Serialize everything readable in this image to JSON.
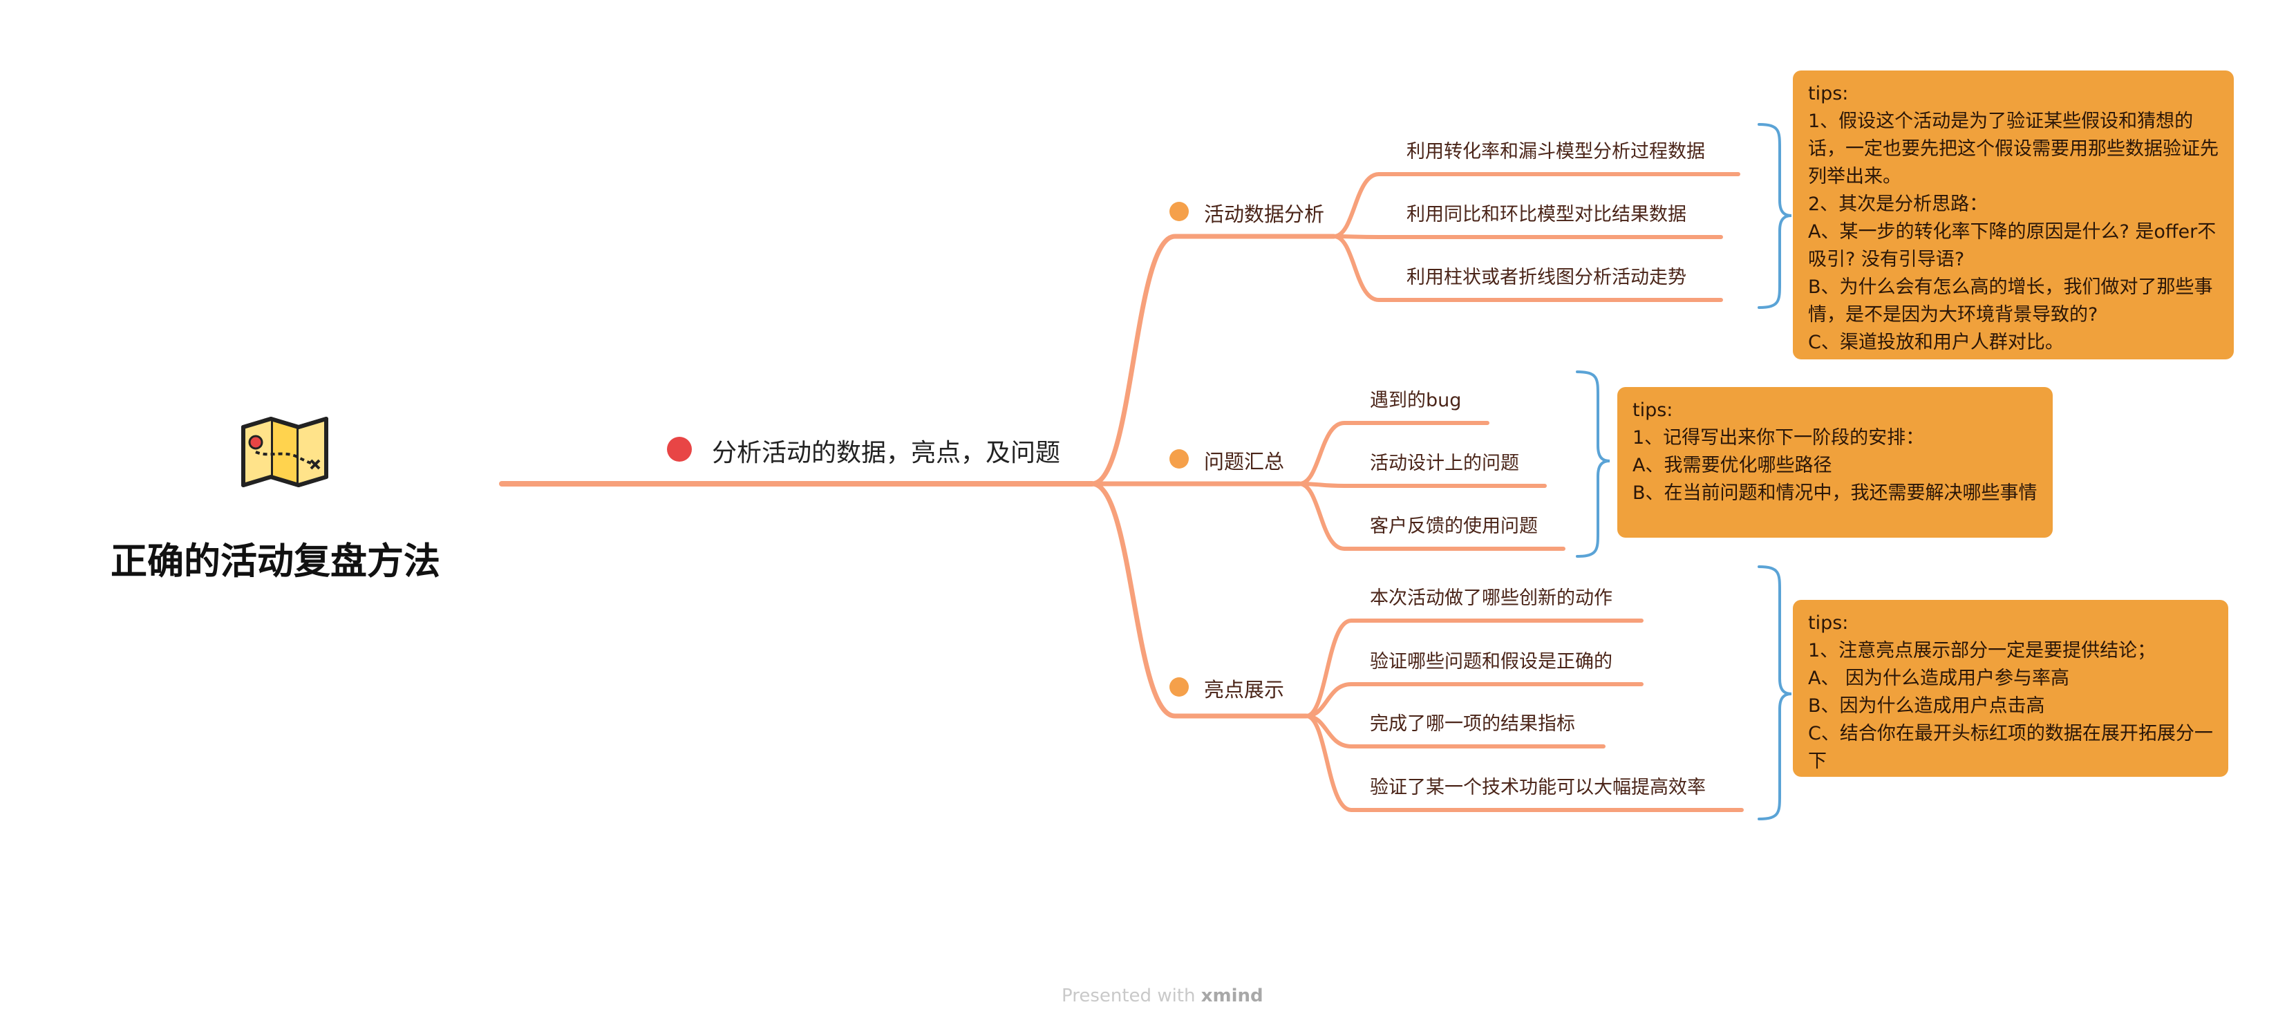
{
  "root": {
    "title": "正确的活动复盘方法",
    "icon": "folded-map-icon"
  },
  "main_topic": "分析活动的数据，亮点，及问题",
  "branches": [
    {
      "label": "活动数据分析",
      "items": [
        "利用转化率和漏斗模型分析过程数据",
        "利用同比和环比模型对比结果数据",
        "利用柱状或者折线图分析活动走势"
      ],
      "tips": [
        "tips:",
        "1、假设这个活动是为了验证某些假设和猜想的话，一定也要先把这个假设需要用那些数据验证先列举出来。",
        "2、其次是分析思路：",
        "A、某一步的转化率下降的原因是什么? 是offer不吸引? 没有引导语?",
        "B、为什么会有怎么高的增长，我们做对了那些事情，是不是因为大环境背景导致的?",
        "C、渠道投放和用户人群对比。"
      ]
    },
    {
      "label": "问题汇总",
      "items": [
        "遇到的bug",
        "活动设计上的问题",
        "客户反馈的使用问题"
      ],
      "tips": [
        "tips:",
        "1、记得写出来你下一阶段的安排：",
        "A、我需要优化哪些路径",
        "B、在当前问题和情况中，我还需要解决哪些事情"
      ]
    },
    {
      "label": "亮点展示",
      "items": [
        "本次活动做了哪些创新的动作",
        "验证哪些问题和假设是正确的",
        "完成了哪一项的结果指标",
        "验证了某一个技术功能可以大幅提高效率"
      ],
      "tips": [
        "tips:",
        "1、注意亮点展示部分一定是要提供结论；",
        "A、 因为什么造成用户参与率高",
        "B、因为什么造成用户点击高",
        "C、结合你在最开头标红项的数据在展开拓展分一下"
      ]
    }
  ],
  "footer": {
    "prefix": "Presented with",
    "brand": "xmind"
  },
  "colors": {
    "branch_line": "#f7a07a",
    "bracket": "#5aa3d6",
    "tips_bg": "#f0a13c",
    "main_dot": "#e84545",
    "sub_dot": "#f5a04a"
  }
}
